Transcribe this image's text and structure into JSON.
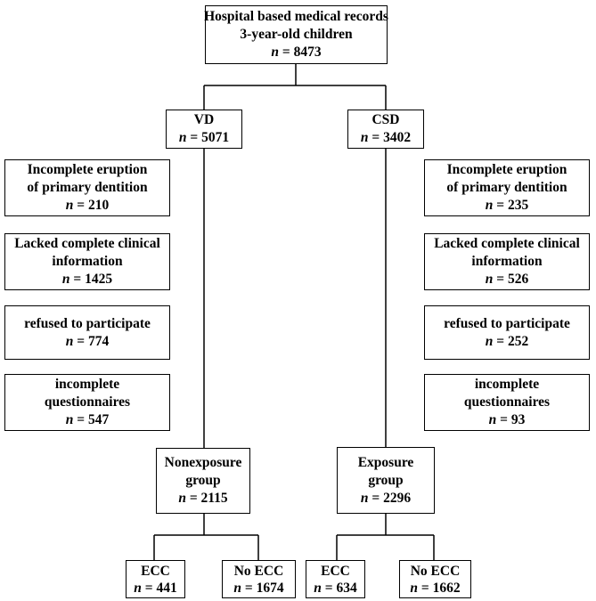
{
  "source": {
    "lines": [
      "Hospital based medical records",
      "3-year-old children"
    ],
    "n_symbol": "n",
    "n_value": "= 8473"
  },
  "vd": {
    "label": "VD",
    "n_symbol": "n",
    "n_value": "= 5071"
  },
  "csd": {
    "label": "CSD",
    "n_symbol": "n",
    "n_value": "= 3402"
  },
  "vd_exclusions": [
    {
      "lines": [
        "Incomplete eruption",
        "of primary dentition"
      ],
      "n_symbol": "n",
      "n_value": "= 210"
    },
    {
      "lines": [
        "Lacked complete clinical",
        "information"
      ],
      "n_symbol": "n",
      "n_value": "= 1425"
    },
    {
      "lines": [
        "refused to participate"
      ],
      "n_symbol": "n",
      "n_value": "= 774"
    },
    {
      "lines": [
        "incomplete",
        "questionnaires"
      ],
      "n_symbol": "n",
      "n_value": "= 547"
    }
  ],
  "csd_exclusions": [
    {
      "lines": [
        "Incomplete eruption",
        "of primary dentition"
      ],
      "n_symbol": "n",
      "n_value": "= 235"
    },
    {
      "lines": [
        "Lacked complete clinical",
        "information"
      ],
      "n_symbol": "n",
      "n_value": "= 526"
    },
    {
      "lines": [
        "refused to participate"
      ],
      "n_symbol": "n",
      "n_value": "= 252"
    },
    {
      "lines": [
        "incomplete",
        "questionnaires"
      ],
      "n_symbol": "n",
      "n_value": "= 93"
    }
  ],
  "nonexposure": {
    "lines": [
      "Nonexposure",
      "group"
    ],
    "n_symbol": "n",
    "n_value": "= 2115"
  },
  "exposure": {
    "lines": [
      "Exposure",
      "group"
    ],
    "n_symbol": "n",
    "n_value": "= 2296"
  },
  "outcomes": {
    "nonexposure_ecc": {
      "label": "ECC",
      "n_symbol": "n",
      "n_value": "= 441"
    },
    "nonexposure_no_ecc": {
      "label": "No ECC",
      "n_symbol": "n",
      "n_value": "= 1674"
    },
    "exposure_ecc": {
      "label": "ECC",
      "n_symbol": "n",
      "n_value": "= 634"
    },
    "exposure_no_ecc": {
      "label": "No ECC",
      "n_symbol": "n",
      "n_value": "= 1662"
    }
  }
}
